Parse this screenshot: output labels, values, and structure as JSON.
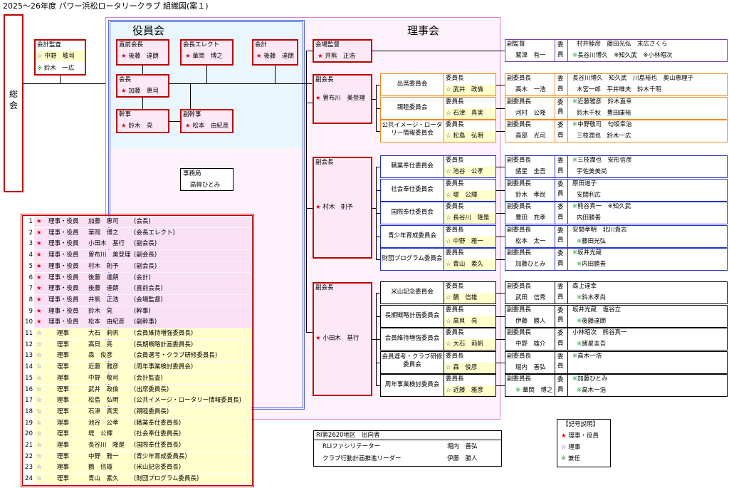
{
  "title": "2025～26年度 パワー浜松ロータリークラブ 組織図(案１)",
  "soukai": "総会",
  "yakuinkai": "役員会",
  "rijikai": "理事会",
  "kaikei_kansa": {
    "label": "会計監査",
    "m1": "☆ 中野　敬司",
    "m2": "※ 鈴木　一広"
  },
  "chokuzen": {
    "label": "直前会長",
    "name": "★ 後藤　達朗"
  },
  "elect": {
    "label": "会長エレクト",
    "name": "★ 華岡　博之"
  },
  "kaikei": {
    "label": "会計",
    "name": "★ 後藤　達朗"
  },
  "kaijo": {
    "label": "会場監督",
    "name": "★ 井熊　正浩"
  },
  "kaicho": {
    "label": "会長",
    "name": "★ 加藤　惠司"
  },
  "kanji": {
    "label": "幹事",
    "name": "★ 鈴木　亮"
  },
  "fukukanji": {
    "label": "副幹事",
    "name": "★ 松本　由紀彦"
  },
  "jimukyoku": {
    "label": "事務局",
    "name": "高柳ひとみ"
  },
  "vice": [
    {
      "label": "副会長",
      "name": "★ 曽布川　美登理"
    },
    {
      "label": "副会長",
      "name": "★ 村木　則予"
    },
    {
      "label": "副会長",
      "name": "★ 小田木　基行"
    }
  ],
  "committees": [
    {
      "name": "出席委員会",
      "chair_label": "委員長",
      "chair": "☆ 武井　政倫",
      "vice_label": "副委員長",
      "vice": "高木　一浩",
      "members": [
        "長谷川博久　知久武　川島裕也　奥山惠理子",
        "木宮一郎　平井唯夫　鈴木千明"
      ],
      "color": "orange"
    },
    {
      "name": "親睦委員会",
      "chair_label": "委員長",
      "chair": "☆ 石津　真実",
      "vice_label": "副委員長",
      "vice": "河村　公隆",
      "members": [
        "※近藤雅彦　鈴木直幸",
        "鈴木千秋　豊田康裕"
      ],
      "color": "orange"
    },
    {
      "name": "公共イメージ・ロータリー情報委員会",
      "chair_label": "委員長",
      "chair": "☆ 松島　弘明",
      "vice_label": "副委員長",
      "vice": "高部　光司",
      "members": [
        "※中野敬司　匂坂幸治",
        "三枝潤也　鈴木一広"
      ],
      "color": "orange"
    },
    {
      "name": "職業奉仕委員会",
      "chair_label": "委員長",
      "chair": "☆ 池谷　公孝",
      "vice_label": "副委員長",
      "vice": "諸星　圭吾",
      "members": [
        "※三枝潤也　安形信彦",
        "宇佐美美尚"
      ],
      "color": "blue"
    },
    {
      "name": "社会奉仕委員会",
      "chair_label": "委員長",
      "chair": "☆ 堤　公輝",
      "vice_label": "副委員長",
      "vice": "鈴木　孝尚",
      "members": [
        "原田道子",
        "安間利広"
      ],
      "color": "blue"
    },
    {
      "name": "国際奉仕委員会",
      "chair_label": "委員長",
      "chair": "☆ 長谷川　隆是",
      "vice_label": "副委員長",
      "vice": "豊田　充孝",
      "members": [
        "※熊谷真一　※知久武",
        "内田勝善"
      ],
      "color": "blue"
    },
    {
      "name": "青少年育成委員会",
      "chair_label": "委員長",
      "chair": "☆ 中野　雅一",
      "vice_label": "副委員長",
      "vice": "松本　太一",
      "members": [
        "安間孝明　北川貴志",
        "※藤田光弘"
      ],
      "color": "blue"
    },
    {
      "name": "財団プログラム委員会",
      "chair_label": "委員長",
      "chair": "☆ 青山　素久",
      "vice_label": "副委員長",
      "vice": "加藤ひとみ",
      "members": [
        "※坂井光蔵",
        "※内田勝善"
      ],
      "color": "blue"
    },
    {
      "name": "米山記念委員会",
      "chair_label": "委員長",
      "chair": "☆ 鶴　信雄",
      "vice_label": "副委員長",
      "vice": "武田　信秀",
      "members": [
        "森上達幸",
        "※鈴木孝尚"
      ],
      "color": "black"
    },
    {
      "name": "長期戦略計画委員会",
      "chair_label": "委員長",
      "chair": "☆ 高貝　亮",
      "vice_label": "副委員長",
      "vice": "伊藤　勝人",
      "members": [
        "坂井光蔵　塩谷立",
        "※後藤達朗"
      ],
      "color": "black"
    },
    {
      "name": "会員維持増強委員会",
      "chair_label": "委員長",
      "chair": "☆ 大石　莉帆",
      "vice_label": "副委員長",
      "vice": "中野　雄介",
      "members": [
        "小林昭次　熊谷真一",
        "※諸星圭吾"
      ],
      "color": "black"
    },
    {
      "name": "会員選考・クラブ研修委員会",
      "chair_label": "委員長",
      "chair": "☆ 森　俊彦",
      "vice_label": "副委員長",
      "vice": "堀内　善弘",
      "members": [
        "※高木一浩",
        ""
      ],
      "color": "black"
    },
    {
      "name": "周年事業検討委員会",
      "chair_label": "委員長",
      "chair": "☆ 近藤　雅彦",
      "vice_label": "副委員長",
      "vice": "※ 華岡　博之",
      "members": [
        "※加藤ひとみ",
        "※高木一浩"
      ],
      "color": "black"
    }
  ],
  "kaijo_right": {
    "label": "副監督",
    "vice": "鷲津　有一",
    "members": [
      "村井睦彦　藤田光弘　末広さくら",
      "※長谷川博久　※知久武　※小林昭次"
    ]
  },
  "iin_label": "委員",
  "roster": [
    {
      "no": "1",
      "mark": "★",
      "role": "理事・役員",
      "name": "加藤　惠司",
      "post": "(会長)"
    },
    {
      "no": "2",
      "mark": "★",
      "role": "理事・役員",
      "name": "華岡　博之",
      "post": "(会長エレクト)"
    },
    {
      "no": "3",
      "mark": "★",
      "role": "理事・役員",
      "name": "小田木　基行",
      "post": "(副会長)"
    },
    {
      "no": "4",
      "mark": "★",
      "role": "理事・役員",
      "name": "曽布川　美登理",
      "post": "(副会長)"
    },
    {
      "no": "5",
      "mark": "★",
      "role": "理事・役員",
      "name": "村木　則予",
      "post": "(副会長)"
    },
    {
      "no": "6",
      "mark": "★",
      "role": "理事・役員",
      "name": "後藤　達朗",
      "post": "(会計)"
    },
    {
      "no": "7",
      "mark": "★",
      "role": "理事・役員",
      "name": "後藤　達朗",
      "post": "(直前会長)"
    },
    {
      "no": "8",
      "mark": "★",
      "role": "理事・役員",
      "name": "井熊　正浩",
      "post": "(会場監督)"
    },
    {
      "no": "9",
      "mark": "★",
      "role": "理事・役員",
      "name": "鈴木　亮",
      "post": "(幹事)"
    },
    {
      "no": "10",
      "mark": "★",
      "role": "理事・役員",
      "name": "松本　由紀彦",
      "post": "(副幹事)"
    },
    {
      "no": "11",
      "mark": "☆",
      "role": "理事",
      "name": "大石　莉帆",
      "post": "(会員維持増強委員長)"
    },
    {
      "no": "12",
      "mark": "☆",
      "role": "理事",
      "name": "高貝　亮",
      "post": "(長期戦略計画委員長)"
    },
    {
      "no": "13",
      "mark": "☆",
      "role": "理事",
      "name": "森　俊彦",
      "post": "(会員選考・クラブ研修委員長)"
    },
    {
      "no": "14",
      "mark": "☆",
      "role": "理事",
      "name": "近藤　雅彦",
      "post": "(周年事業検討委員会)"
    },
    {
      "no": "15",
      "mark": "☆",
      "role": "理事",
      "name": "中野　敬司",
      "post": "(会計監査)"
    },
    {
      "no": "16",
      "mark": "☆",
      "role": "理事",
      "name": "武井　政倫",
      "post": "(出席委員長)"
    },
    {
      "no": "17",
      "mark": "☆",
      "role": "理事",
      "name": "松島　弘明",
      "post": "(公共イメージ・ロータリー情報委員長)"
    },
    {
      "no": "18",
      "mark": "☆",
      "role": "理事",
      "name": "石津　真実",
      "post": "(親睦委員長)"
    },
    {
      "no": "19",
      "mark": "☆",
      "role": "理事",
      "name": "池谷　公孝",
      "post": "(職業奉仕委員長)"
    },
    {
      "no": "20",
      "mark": "☆",
      "role": "理事",
      "name": "堤　公輝",
      "post": "(社会奉仕委員長)"
    },
    {
      "no": "21",
      "mark": "☆",
      "role": "理事",
      "name": "長谷川　隆是",
      "post": "(国際奉仕委員長)"
    },
    {
      "no": "22",
      "mark": "☆",
      "role": "理事",
      "name": "中野　雅一",
      "post": "(青少年育成委員長)"
    },
    {
      "no": "23",
      "mark": "☆",
      "role": "理事",
      "name": "鶴　信雄",
      "post": "(米山記念委員長)"
    },
    {
      "no": "24",
      "mark": "☆",
      "role": "理事",
      "name": "青山　素久",
      "post": "(財団プログラム委員長)"
    }
  ],
  "ri": {
    "title": "RI第2620地区　出向者",
    "r1l": "RLIファシリテーター",
    "r1n": "堀内　善弘",
    "r2l": "クラブ行動計画推進リーダー",
    "r2n": "伊藤　勝人"
  },
  "legend": {
    "title": "【記号説明】",
    "l1": "★ 理事・役員",
    "l2": "☆ 理事",
    "l3": "※ 兼任"
  }
}
